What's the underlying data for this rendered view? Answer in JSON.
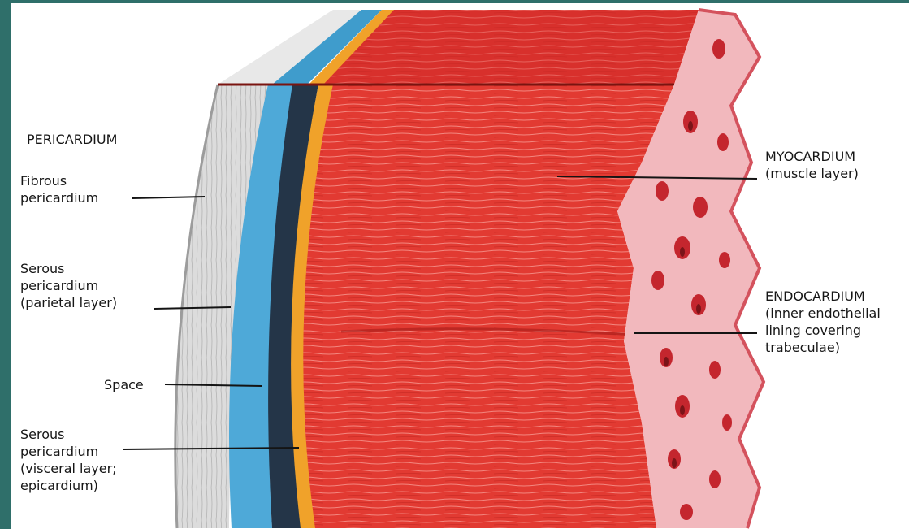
{
  "colors": {
    "frame": "#2f6f6a",
    "background": "#ffffff",
    "label_text": "#161616",
    "leader_line": "#141414",
    "fibrous_layer": "#dcdcdc",
    "parietal_layer": "#4ea9d8",
    "pericardial_space": "#243548",
    "epicardium": "#f0a22a",
    "myocardium": "#e23a32",
    "endocardium": "#f2b8bd",
    "trabeculae": "#c4262e"
  },
  "labels": {
    "pericardium_heading": "PERICARDIUM",
    "fibrous_pericardium": "Fibrous\npericardium",
    "serous_parietal": "Serous\npericardium\n(parietal layer)",
    "space": "Space",
    "serous_visceral": "Serous\npericardium\n(visceral layer;\nepicardium)",
    "myocardium": "MYOCARDIUM\n(muscle layer)",
    "endocardium": "ENDOCARDIUM\n(inner endothelial\nlining covering\ntrabeculae)"
  }
}
